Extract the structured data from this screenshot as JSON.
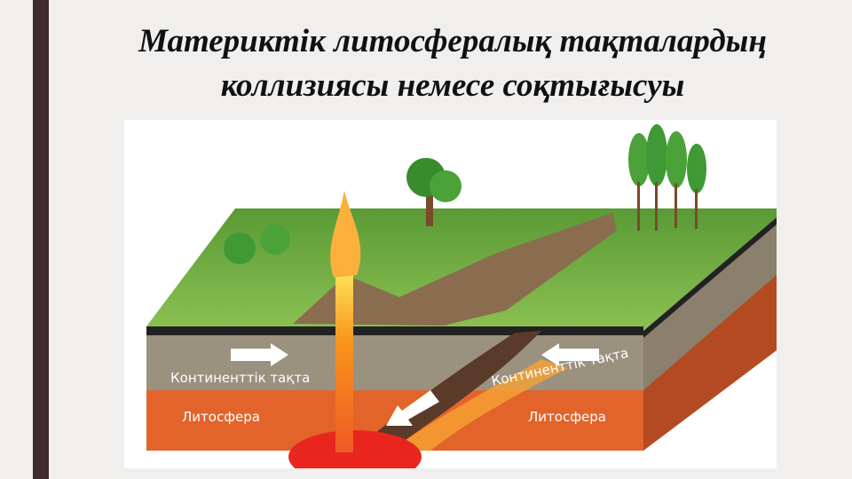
{
  "slide": {
    "title_line1": "Материктік литосфералық тақталардың",
    "title_line2": "коллизиясы немесе соқтығысуы"
  },
  "diagram": {
    "label_plate_left": "Континенттік тақта",
    "label_plate_right": "Континенттік тақта",
    "label_litho_left": "Литосфера",
    "label_litho_right": "Литосфера"
  },
  "colors": {
    "accent_bar": "#3f2a2d",
    "grass": "#7ab648",
    "crust": "#9b917f",
    "lithosphere": "#e2642a",
    "lava": "#f2791f"
  }
}
